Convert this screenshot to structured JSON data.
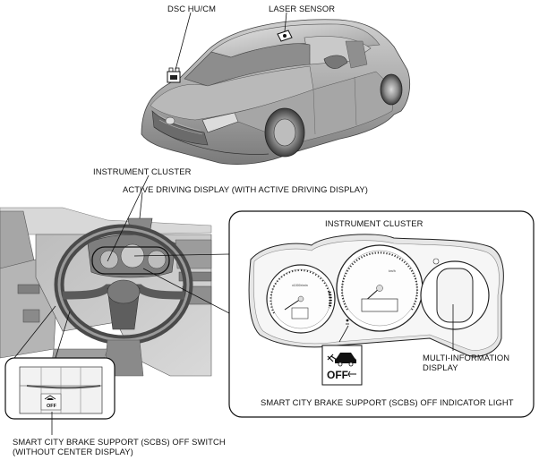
{
  "labels": {
    "dsc": "DSC HU/CM",
    "laser": "LASER SENSOR",
    "instrument_cluster_top": "INSTRUMENT CLUSTER",
    "active_driving_display": "ACTIVE DRIVING DISPLAY (WITH ACTIVE DRIVING DISPLAY)",
    "instrument_cluster_box": "INSTRUMENT CLUSTER",
    "multi_info_line1": "MULTI-INFORMATION",
    "multi_info_line2": "DISPLAY",
    "scbs_indicator": "SMART CITY BRAKE SUPPORT (SCBS) OFF INDICATOR LIGHT",
    "scbs_switch_line1": "SMART CITY BRAKE SUPPORT (SCBS) OFF SWITCH",
    "scbs_switch_line2": "(WITHOUT CENTER DISPLAY)"
  },
  "icon_text": {
    "off": "OFF",
    "gauge_small": "x1000r/min",
    "gauge_speed": "km/h"
  }
}
